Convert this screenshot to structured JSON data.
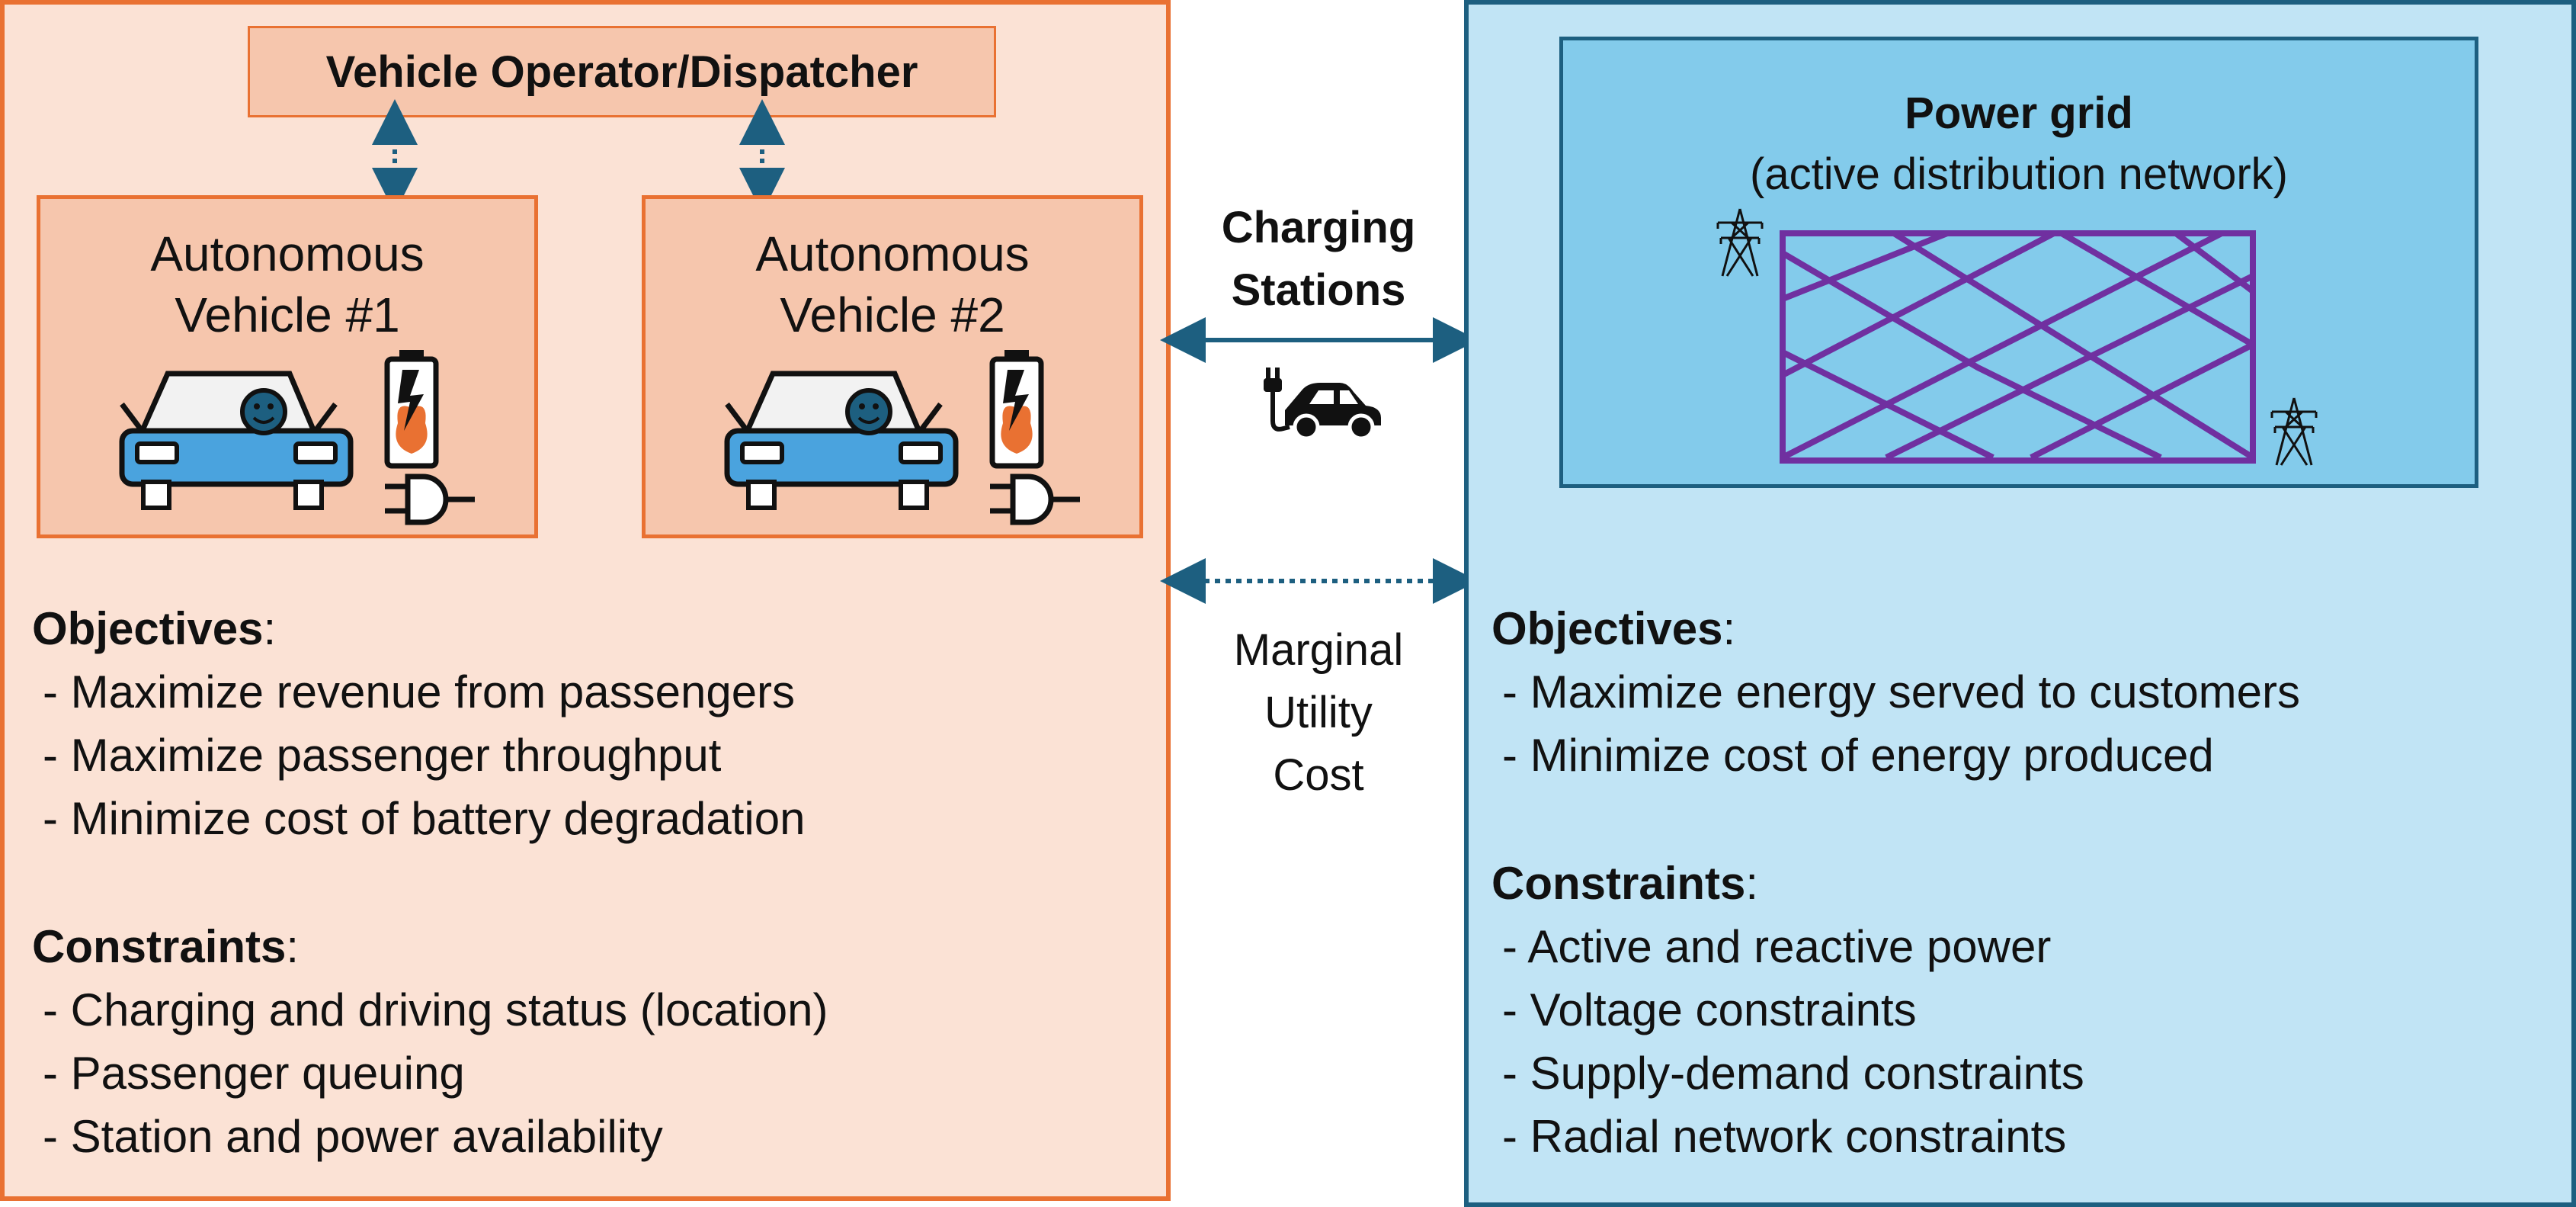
{
  "operator": {
    "dispatcher_label": "Vehicle Operator/Dispatcher",
    "vehicles": [
      {
        "line1": "Autonomous",
        "line2": "Vehicle #1"
      },
      {
        "line1": "Autonomous",
        "line2": "Vehicle #2"
      }
    ],
    "objectives": {
      "heading": "Objectives",
      "items": [
        "- Maximize revenue from passengers",
        "- Maximize passenger throughput",
        "- Minimize cost of battery degradation"
      ]
    },
    "constraints": {
      "heading": "Constraints",
      "items": [
        "- Charging and driving status (location)",
        "- Passenger queuing",
        "- Station and power availability"
      ]
    }
  },
  "middle": {
    "charging_line1": "Charging",
    "charging_line2": "Stations",
    "mc_line1": "Marginal",
    "mc_line2": "Utility",
    "mc_line3": "Cost"
  },
  "grid": {
    "title": "Power grid",
    "subtitle": "(active distribution network)",
    "objectives": {
      "heading": "Objectives",
      "items": [
        "- Maximize energy served to customers",
        "- Minimize cost of energy produced"
      ]
    },
    "constraints": {
      "heading": "Constraints",
      "items": [
        "- Active and reactive power",
        "- Voltage constraints",
        "- Supply-demand constraints",
        "- Radial network constraints"
      ]
    }
  },
  "colors": {
    "operator_fill": "#fbe2d5",
    "operator_border": "#e97132",
    "grid_fill": "#c1e4f5",
    "grid_border": "#1d5f80",
    "network_line": "#7030a0",
    "car_body": "#4aa3de",
    "arrow": "#1d5f80"
  }
}
